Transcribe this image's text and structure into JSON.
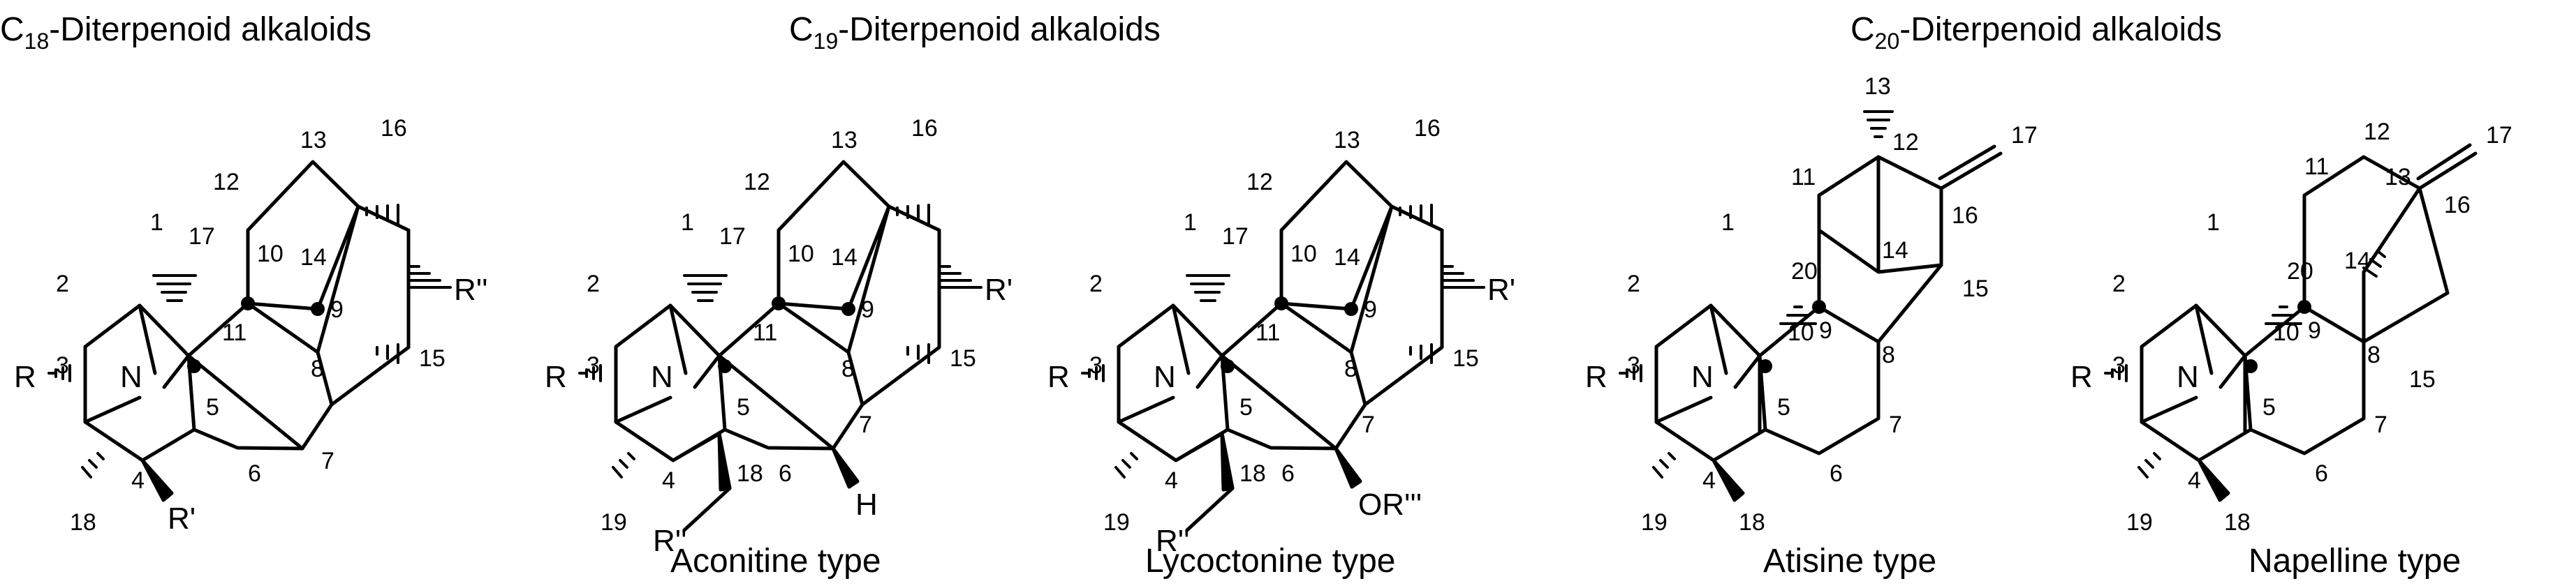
{
  "figure": {
    "headings": {
      "c18": {
        "prefix": "C",
        "sub": "18",
        "rest": "-Diterpenoid alkaloids"
      },
      "c19": {
        "prefix": "C",
        "sub": "19",
        "rest": "-Diterpenoid alkaloids"
      },
      "c20": {
        "prefix": "C",
        "sub": "20",
        "rest": "-Diterpenoid alkaloids"
      }
    },
    "captions": {
      "aconitine": "Aconitine type",
      "lycoctonine": "Lycoctonine type",
      "atisine": "Atisine type",
      "napelline": "Napelline type"
    },
    "groups": {
      "R": "R",
      "R1": "R'",
      "R2": "R''",
      "R3": "R'''",
      "N": "N",
      "H": "H",
      "OR3": "OR'''"
    },
    "locants": {
      "c18": [
        "1",
        "2",
        "3",
        "4",
        "5",
        "6",
        "7",
        "8",
        "9",
        "10",
        "11",
        "12",
        "13",
        "14",
        "15",
        "16",
        "17",
        "18"
      ],
      "aconitine": [
        "1",
        "2",
        "3",
        "4",
        "5",
        "6",
        "7",
        "8",
        "9",
        "10",
        "11",
        "12",
        "13",
        "14",
        "15",
        "16",
        "17",
        "18",
        "19"
      ],
      "lycoctonine": [
        "1",
        "2",
        "3",
        "4",
        "5",
        "6",
        "7",
        "8",
        "9",
        "10",
        "11",
        "12",
        "13",
        "14",
        "15",
        "16",
        "17",
        "18",
        "19"
      ],
      "atisine": [
        "1",
        "2",
        "3",
        "4",
        "5",
        "6",
        "7",
        "8",
        "9",
        "10",
        "11",
        "12",
        "13",
        "14",
        "15",
        "16",
        "17",
        "18",
        "19",
        "20"
      ],
      "napelline": [
        "1",
        "2",
        "3",
        "4",
        "5",
        "6",
        "7",
        "8",
        "9",
        "10",
        "11",
        "12",
        "13",
        "14",
        "15",
        "16",
        "17",
        "18",
        "19",
        "20"
      ]
    }
  }
}
